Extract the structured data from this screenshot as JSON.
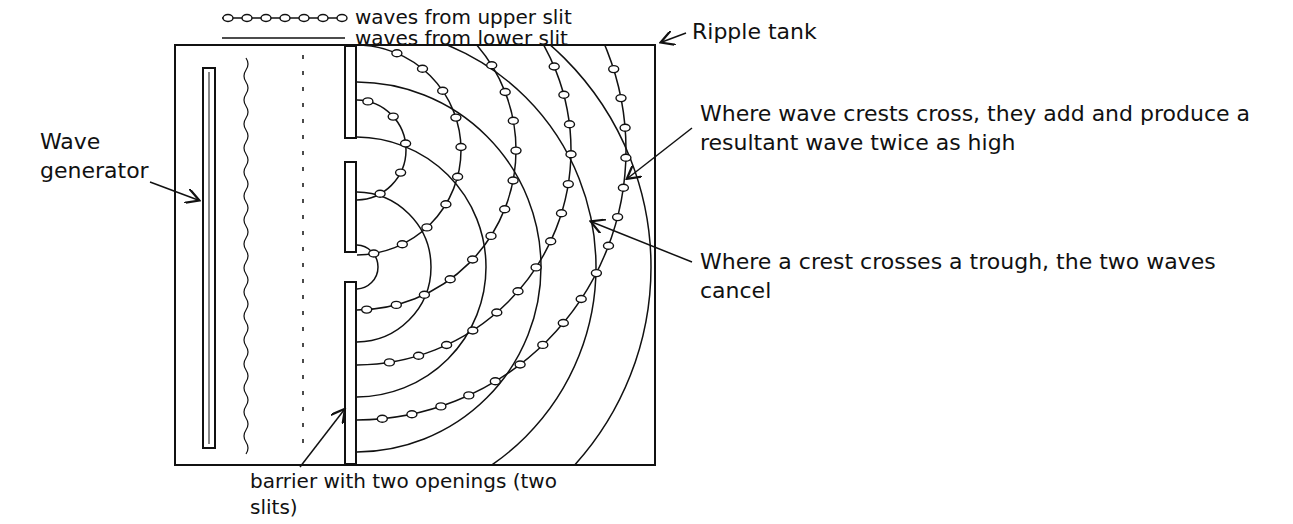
{
  "diagram": {
    "labels": [
      "Ripple tank",
      "Wave generator",
      "Where wave crests cross, they add and produce a resultant wave twice as high",
      "Where a crest crosses a trough, the two waves cancel",
      "barrier with two openings (two slits)"
    ],
    "legend": [
      {
        "text": "waves from upper slit"
      },
      {
        "text": "waves from lower slit"
      }
    ]
  }
}
